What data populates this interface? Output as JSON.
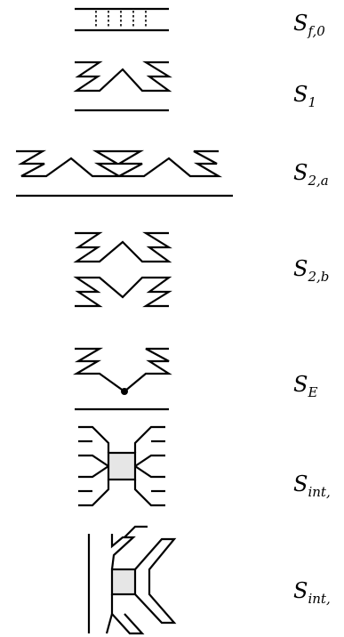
{
  "diagram": {
    "rows": [
      {
        "id": "sf0",
        "label_base": "S",
        "label_sub": "f,0"
      },
      {
        "id": "s1",
        "label_base": "S",
        "label_sub": "1"
      },
      {
        "id": "s2a",
        "label_base": "S",
        "label_sub": "2,a"
      },
      {
        "id": "s2b",
        "label_base": "S",
        "label_sub": "2,b"
      },
      {
        "id": "se",
        "label_base": "S",
        "label_sub": "E"
      },
      {
        "id": "sint1",
        "label_base": "S",
        "label_sub": "int,"
      },
      {
        "id": "sint2",
        "label_base": "S",
        "label_sub": "int,"
      }
    ],
    "colors": {
      "stroke": "#000000",
      "fill_square": "#e6e6e6"
    }
  }
}
